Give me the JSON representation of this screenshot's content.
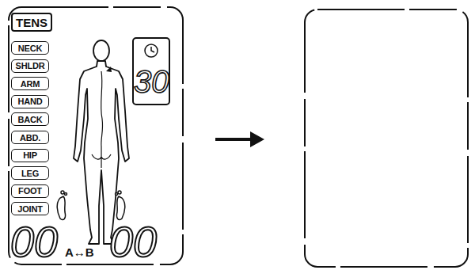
{
  "diagram": {
    "nodes": [
      {
        "text": [
          "00",
          "A↔B",
          "00"
        ]
      },
      {
        "text": [
          "TENS"
        ],
        "in": 0
      },
      {
        "text": [
          "NECK"
        ],
        "in": 0
      },
      {
        "text": [
          "SHLDR"
        ],
        "in": 0
      },
      {
        "text": [
          "ARM"
        ],
        "in": 0
      },
      {
        "text": [
          "HAND"
        ],
        "in": 0
      },
      {
        "text": [
          "BACK"
        ],
        "in": 0
      },
      {
        "text": [
          "ABD."
        ],
        "in": 0
      },
      {
        "text": [
          "HIP"
        ],
        "in": 0
      },
      {
        "text": [
          "LEG"
        ],
        "in": 0
      },
      {
        "text": [
          "FOOT"
        ],
        "in": 0
      },
      {
        "text": [
          "JOINT"
        ],
        "in": 0
      },
      {
        "text": [
          "30"
        ],
        "in": 0
      }
    ]
  }
}
